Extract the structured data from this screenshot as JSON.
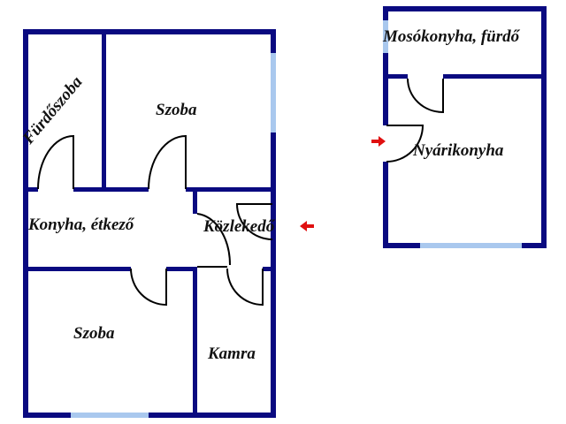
{
  "plan": {
    "main_building": {
      "rooms": {
        "bathroom": "Fürdőszoba",
        "room_top": "Szoba",
        "kitchen_dining": "Konyha, étkező",
        "corridor": "Közlekedő",
        "room_bottom": "Szoba",
        "pantry": "Kamra"
      }
    },
    "outbuilding": {
      "rooms": {
        "laundry_bath": "Mosókonyha, fürdő",
        "summer_kitchen": "Nyárikonyha"
      }
    },
    "colors": {
      "wall": "#0a0a80",
      "window": "#a9c8ee",
      "entrance_arrow": "#e01010"
    },
    "icons": [
      "entrance-arrow-icon"
    ]
  }
}
